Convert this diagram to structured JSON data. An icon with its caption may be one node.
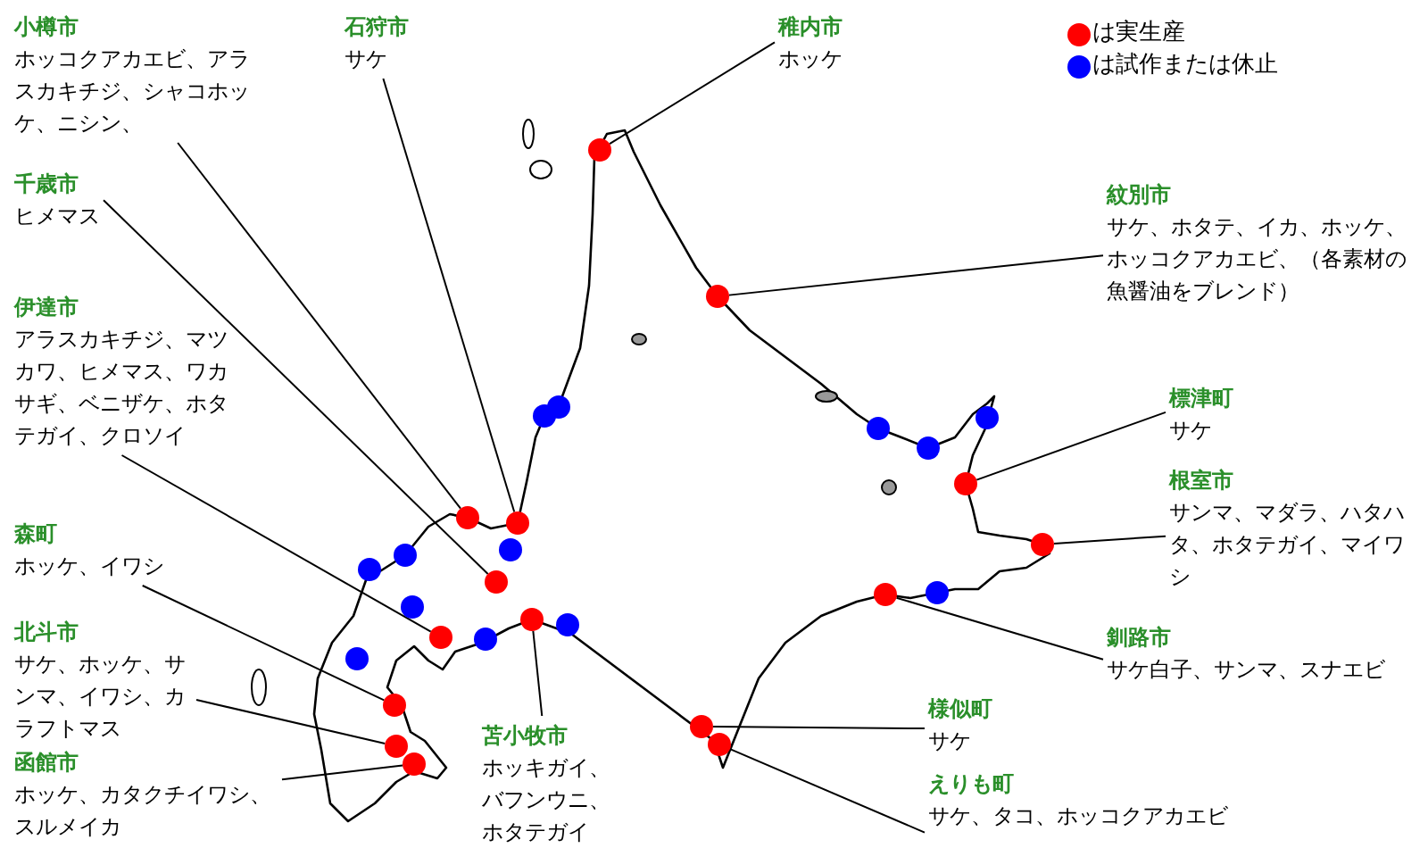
{
  "diagram": {
    "nodes": [
      {
        "text": [
          "小樽市",
          "ホッコクアカエビ、アラスカキチジ、シャコホッケ、ニシン、"
        ]
      },
      {
        "text": [
          "石狩市",
          "サケ"
        ]
      },
      {
        "text": [
          "稚内市",
          "ホッケ"
        ]
      },
      {
        "text": [
          "千歳市",
          "ヒメマス"
        ]
      },
      {
        "text": [
          "紋別市",
          "サケ、ホタテ、イカ、ホッケ、ホッコクアカエビ、（各素材の魚醤油をブレンド）"
        ]
      },
      {
        "text": [
          "伊達市",
          "アラスカキチジ、マツカワ、ヒメマス、ワカサギ、ベニザケ、ホタテガイ、クロソイ"
        ]
      },
      {
        "text": [
          "標津町",
          "サケ"
        ]
      },
      {
        "text": [
          "根室市",
          "サンマ、マダラ、ハタハタ、ホタテガイ、マイワシ"
        ]
      },
      {
        "text": [
          "森町",
          "ホッケ、イワシ"
        ]
      },
      {
        "text": [
          "釧路市",
          "サケ白子、サンマ、スナエビ"
        ]
      },
      {
        "text": [
          "北斗市",
          "サケ、ホッケ、サンマ、イワシ、カラフトマス"
        ]
      },
      {
        "text": [
          "苫小牧市",
          "ホッキガイ、バフンウニ、ホタテガイ"
        ]
      },
      {
        "text": [
          "様似町",
          "サケ"
        ]
      },
      {
        "text": [
          "函館市",
          "ホッケ、カタクチイワシ、スルメイカ"
        ]
      },
      {
        "text": [
          "えりも町",
          "サケ、タコ、ホッコクアカエビ"
        ]
      },
      {
        "text": [],
        "shape": "circle"
      },
      {
        "text": [],
        "shape": "circle"
      },
      {
        "text": [],
        "shape": "circle"
      },
      {
        "text": [],
        "shape": "circle"
      },
      {
        "text": [],
        "shape": "circle"
      },
      {
        "text": [],
        "shape": "circle"
      },
      {
        "text": [],
        "shape": "circle"
      },
      {
        "text": [],
        "shape": "circle"
      },
      {
        "text": [],
        "shape": "circle"
      },
      {
        "text": [],
        "shape": "circle"
      },
      {
        "text": [],
        "shape": "circle"
      },
      {
        "text": [],
        "shape": "circle"
      },
      {
        "text": [],
        "shape": "circle"
      },
      {
        "text": [],
        "shape": "circle"
      },
      {
        "text": [],
        "shape": "circle"
      },
      {
        "text": [],
        "shape": "circle"
      },
      {
        "text": [],
        "shape": "circle"
      },
      {
        "text": [],
        "shape": "circle"
      },
      {
        "text": [],
        "shape": "circle"
      },
      {
        "text": [],
        "shape": "circle"
      },
      {
        "text": [],
        "shape": "circle"
      },
      {
        "text": [],
        "shape": "circle"
      },
      {
        "text": [],
        "shape": "circle"
      },
      {
        "text": [],
        "shape": "circle"
      },
      {
        "text": [],
        "shape": "circle"
      },
      {
        "text": [],
        "shape": "circle"
      },
      {
        "text": [],
        "shape": "circle"
      },
      {
        "text": [],
        "shape": "circle"
      }
    ],
    "edges": [
      {
        "from": 0,
        "to": 18,
        "arrow": "none"
      },
      {
        "from": 1,
        "to": 19,
        "arrow": "none"
      },
      {
        "from": 2,
        "to": 15,
        "arrow": "none"
      },
      {
        "from": 3,
        "to": 20,
        "arrow": "none"
      },
      {
        "from": 4,
        "to": 16,
        "arrow": "none"
      },
      {
        "from": 5,
        "to": 21,
        "arrow": "none"
      },
      {
        "from": 6,
        "to": 17,
        "arrow": "none"
      },
      {
        "from": 7,
        "to": 22,
        "arrow": "none"
      },
      {
        "from": 8,
        "to": 23,
        "arrow": "none"
      },
      {
        "from": 9,
        "to": 24,
        "arrow": "none"
      },
      {
        "from": 10,
        "to": 25,
        "arrow": "none"
      },
      {
        "from": 11,
        "to": 26,
        "arrow": "none"
      },
      {
        "from": 12,
        "to": 27,
        "arrow": "none"
      },
      {
        "from": 13,
        "to": 28,
        "arrow": "none"
      },
      {
        "from": 14,
        "to": 29,
        "arrow": "none"
      }
    ],
    "legend": [
      {
        "text": "は実生産",
        "color": "#ff0000"
      },
      {
        "text": "は試作または休止",
        "color": "#0000ff"
      }
    ]
  }
}
